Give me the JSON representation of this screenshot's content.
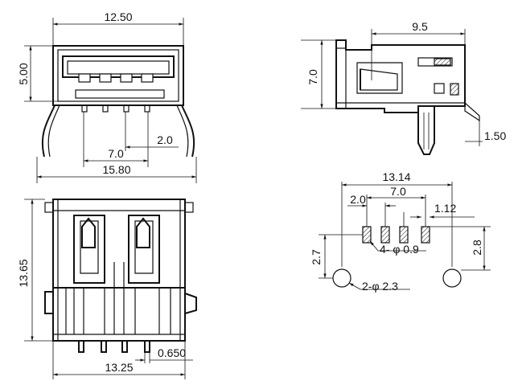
{
  "front_view": {
    "width_top": "12.50",
    "height": "5.00",
    "pitch_outer": "7.0",
    "pitch_inner": "2.0",
    "total_width": "15.80"
  },
  "side_view": {
    "length": "9.5",
    "height": "7.0",
    "pin_offset": "1.50"
  },
  "bottom_view": {
    "height": "13.65",
    "width": "13.25",
    "pin_width": "0.650"
  },
  "pcb_layout": {
    "overall_width": "13.14",
    "pitch_outer": "7.0",
    "pitch_inner": "2.0",
    "pad_offset": "1.12",
    "pad_hole": "4- φ 0.9",
    "mount_hole": "2-φ 2.3",
    "left_height": "2.7",
    "right_height": "2.8"
  }
}
